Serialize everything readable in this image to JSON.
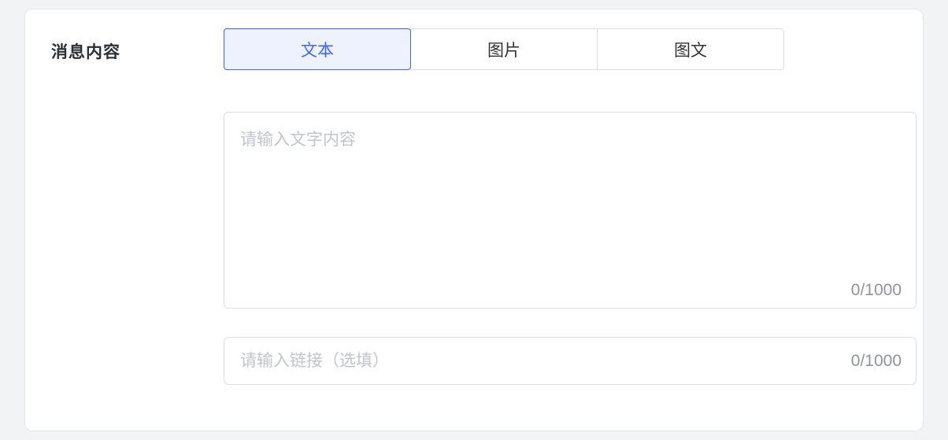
{
  "form": {
    "label": "消息内容",
    "tabs": [
      {
        "label": "文本",
        "active": true
      },
      {
        "label": "图片",
        "active": false
      },
      {
        "label": "图文",
        "active": false
      }
    ],
    "content_textarea": {
      "placeholder": "请输入文字内容",
      "value": "",
      "counter": "0/1000"
    },
    "link_input": {
      "placeholder": "请输入链接（选填）",
      "value": "",
      "counter": "0/1000"
    }
  },
  "colors": {
    "accent": "#4065f0",
    "accent_bg": "#eef2ff",
    "border": "#dcdfe6",
    "placeholder": "#c0c4cc",
    "counter": "#909399"
  }
}
